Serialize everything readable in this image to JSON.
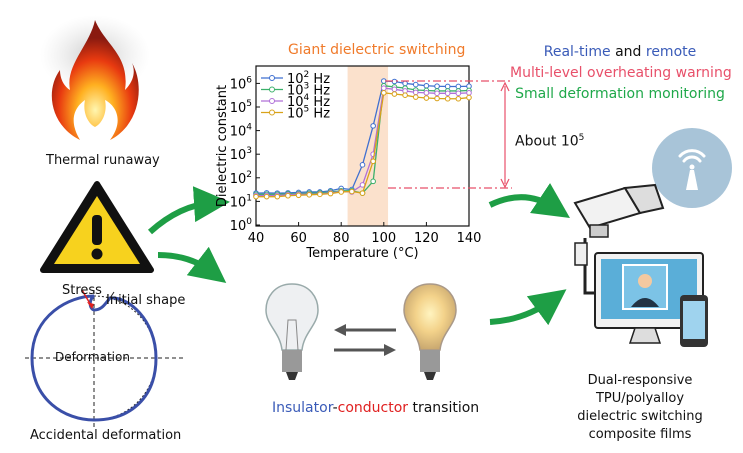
{
  "left": {
    "thermal_label": "Thermal runaway",
    "stress_label": "Stress",
    "initial_shape_label": "Initial shape",
    "deformation_label": "Deformation",
    "accidental_label": "Accidental deformation"
  },
  "middle": {
    "chart_title": "Giant dielectric switching",
    "transition": {
      "part1": "Insulator",
      "dash": "-",
      "part2": "conductor",
      "part3": " transition"
    }
  },
  "right": {
    "line1": {
      "a": "Real-time",
      "b": " and ",
      "c": "remote"
    },
    "line2": "Multi-level overheating warning",
    "line3": "Small deformation monitoring",
    "about": "About 10",
    "about_exp": "5",
    "caption": [
      "Dual-responsive",
      "TPU/polyalloy",
      "dielectric switching",
      "composite films"
    ]
  },
  "colors": {
    "blue": "#3a5bb8",
    "red": "#e8506a",
    "green": "#1fa84a",
    "orange": "#f07a2a",
    "arrow_green": "#1e9e45"
  },
  "chart_data": {
    "type": "line",
    "title": "Giant dielectric switching",
    "xlabel": "Temperature (°C)",
    "ylabel": "Dielectric constant",
    "xlim": [
      40,
      140
    ],
    "ylim_log10": [
      0,
      6.6
    ],
    "yscale": "log",
    "xticks": [
      "40",
      "60",
      "80",
      "100",
      "120",
      "140"
    ],
    "yticks": [
      "0",
      "1",
      "2",
      "3",
      "4",
      "5",
      "6"
    ],
    "highlight_range": [
      83,
      102
    ],
    "legend_position": "top-left",
    "x": [
      40,
      45,
      50,
      55,
      60,
      65,
      70,
      75,
      80,
      85,
      90,
      95,
      100,
      105,
      110,
      115,
      120,
      125,
      130,
      135,
      140
    ],
    "series": [
      {
        "name": "10",
        "exp": "2",
        "unit": " Hz",
        "color": "#3f6fd0",
        "marker": "triangle-up",
        "log10_values": [
          1.35,
          1.36,
          1.35,
          1.36,
          1.38,
          1.4,
          1.4,
          1.45,
          1.55,
          1.5,
          2.55,
          4.2,
          6.1,
          6.08,
          6.0,
          5.95,
          5.9,
          5.88,
          5.87,
          5.87,
          5.88
        ]
      },
      {
        "name": "10",
        "exp": "3",
        "unit": " Hz",
        "color": "#3bb06a",
        "marker": "triangle-down",
        "log10_values": [
          1.3,
          1.3,
          1.3,
          1.32,
          1.33,
          1.35,
          1.36,
          1.4,
          1.45,
          1.45,
          1.35,
          1.85,
          5.9,
          5.85,
          5.8,
          5.72,
          5.7,
          5.68,
          5.68,
          5.68,
          5.7
        ]
      },
      {
        "name": "10",
        "exp": "4",
        "unit": " Hz",
        "color": "#b070d8",
        "marker": "circle",
        "log10_values": [
          1.25,
          1.25,
          1.25,
          1.28,
          1.3,
          1.3,
          1.32,
          1.36,
          1.42,
          1.4,
          1.7,
          3.0,
          5.8,
          5.75,
          5.68,
          5.62,
          5.6,
          5.58,
          5.58,
          5.58,
          5.6
        ]
      },
      {
        "name": "10",
        "exp": "5",
        "unit": " Hz",
        "color": "#d9a21a",
        "marker": "triangle-left",
        "log10_values": [
          1.2,
          1.2,
          1.2,
          1.24,
          1.26,
          1.28,
          1.3,
          1.33,
          1.4,
          1.42,
          1.35,
          2.7,
          5.6,
          5.55,
          5.5,
          5.42,
          5.38,
          5.36,
          5.35,
          5.35,
          5.4
        ]
      }
    ]
  }
}
